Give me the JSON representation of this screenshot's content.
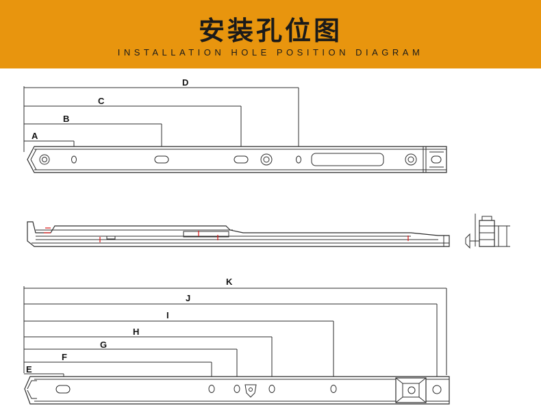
{
  "header": {
    "title": "安装孔位图",
    "subtitle": "INSTALLATION HOLE POSITION DIAGRAM",
    "background_color": "#e8950e"
  },
  "top_view": {
    "dimensions": [
      "A",
      "B",
      "C",
      "D"
    ]
  },
  "bottom_view": {
    "dimensions": [
      "E",
      "F",
      "G",
      "H",
      "I",
      "J",
      "K"
    ]
  }
}
